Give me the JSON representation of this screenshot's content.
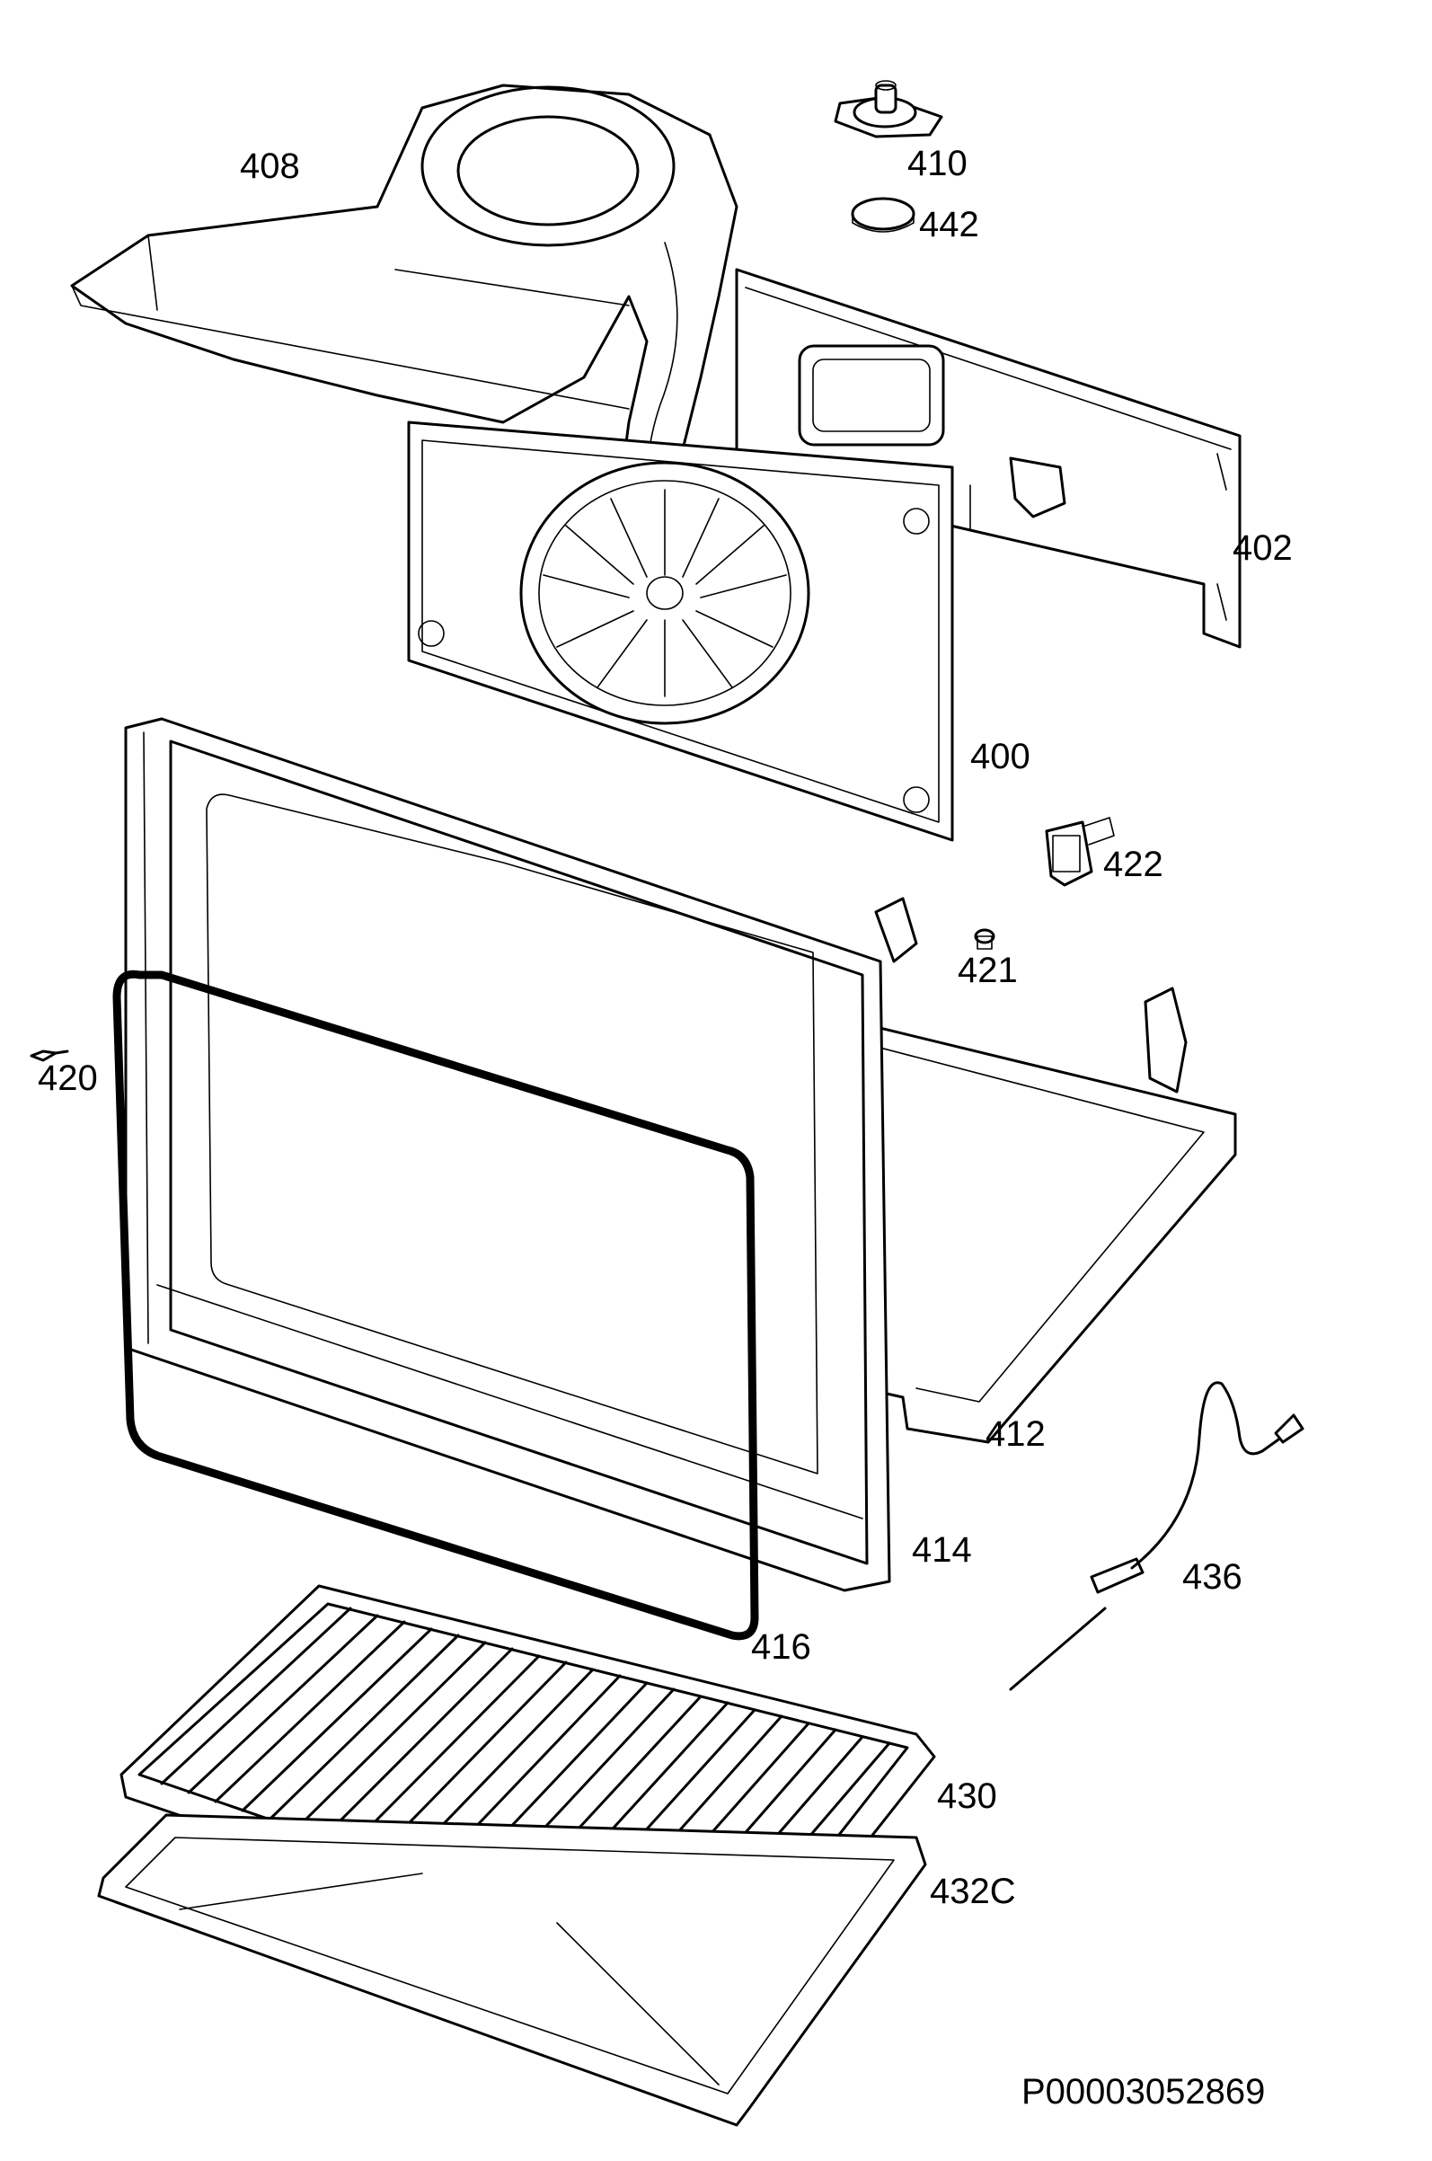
{
  "diagram": {
    "labels": {
      "l408": "408",
      "l410": "410",
      "l442": "442",
      "l402": "402",
      "l400": "400",
      "l422": "422",
      "l421": "421",
      "l420": "420",
      "l412": "412",
      "l414": "414",
      "l416": "416",
      "l436": "436",
      "l430": "430",
      "l432c": "432C"
    },
    "drawing_code": "P00003052869"
  }
}
